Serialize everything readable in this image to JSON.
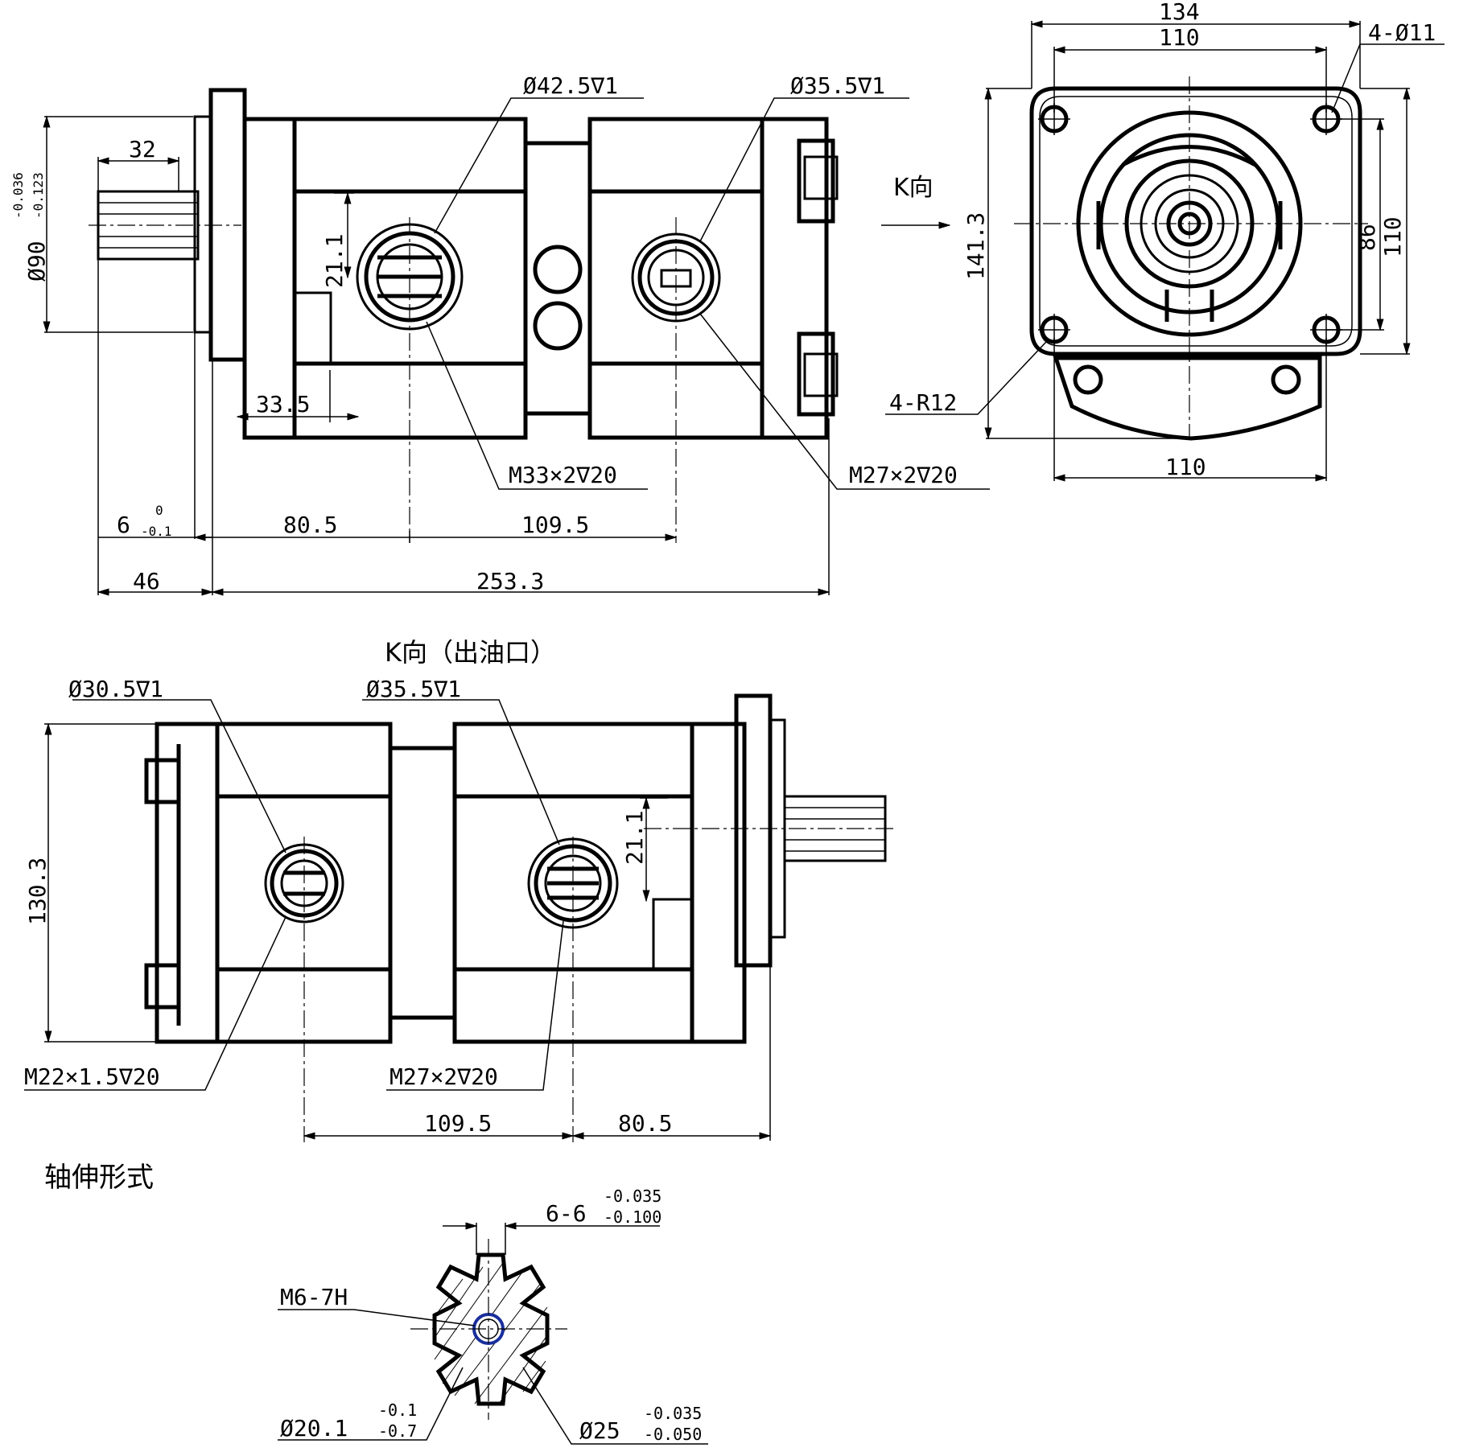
{
  "view_labels": {
    "k_direction": "K向",
    "k_direction_outlet": "K向（出油口）",
    "shaft_extension": "轴伸形式"
  },
  "top_view": {
    "inlet_counterbore": "Ø42.5∇1",
    "outlet_counterbore": "Ø35.5∇1",
    "inlet_thread": "M33×2∇20",
    "outlet_thread": "M27×2∇20",
    "shaft_length": "32",
    "pilot_dia": "Ø90",
    "pilot_tol_upper": "-0.036",
    "pilot_tol_lower": "-0.123",
    "port_offset": "21.1",
    "dim_33_5": "33.5",
    "dim_6": "6",
    "dim_6_tol_upper": "0",
    "dim_6_tol_lower": "-0.1",
    "dim_80_5": "80.5",
    "dim_109_5": "109.5",
    "dim_46": "46",
    "dim_253_3": "253.3"
  },
  "flange_view": {
    "width_outer": "134",
    "width_bolt": "110",
    "holes": "4-Ø11",
    "height": "141.3",
    "bolt_pitch_v": "86",
    "flange_h": "110",
    "corner_radius": "4-R12",
    "bottom_width": "110"
  },
  "outlet_view": {
    "rear_counterbore": "Ø30.5∇1",
    "front_counterbore": "Ø35.5∇1",
    "rear_thread": "M22×1.5∇20",
    "front_thread": "M27×2∇20",
    "height": "130.3",
    "port_offset": "21.1",
    "dim_109_5": "109.5",
    "dim_80_5": "80.5"
  },
  "shaft_section": {
    "spline": "6-6",
    "spline_tol_upper": "-0.035",
    "spline_tol_lower": "-0.100",
    "tap_hole": "M6-7H",
    "minor_dia": "Ø20.1",
    "minor_tol_upper": "-0.1",
    "minor_tol_lower": "-0.7",
    "major_dia": "Ø25",
    "major_tol_upper": "-0.035",
    "major_tol_lower": "-0.050"
  }
}
